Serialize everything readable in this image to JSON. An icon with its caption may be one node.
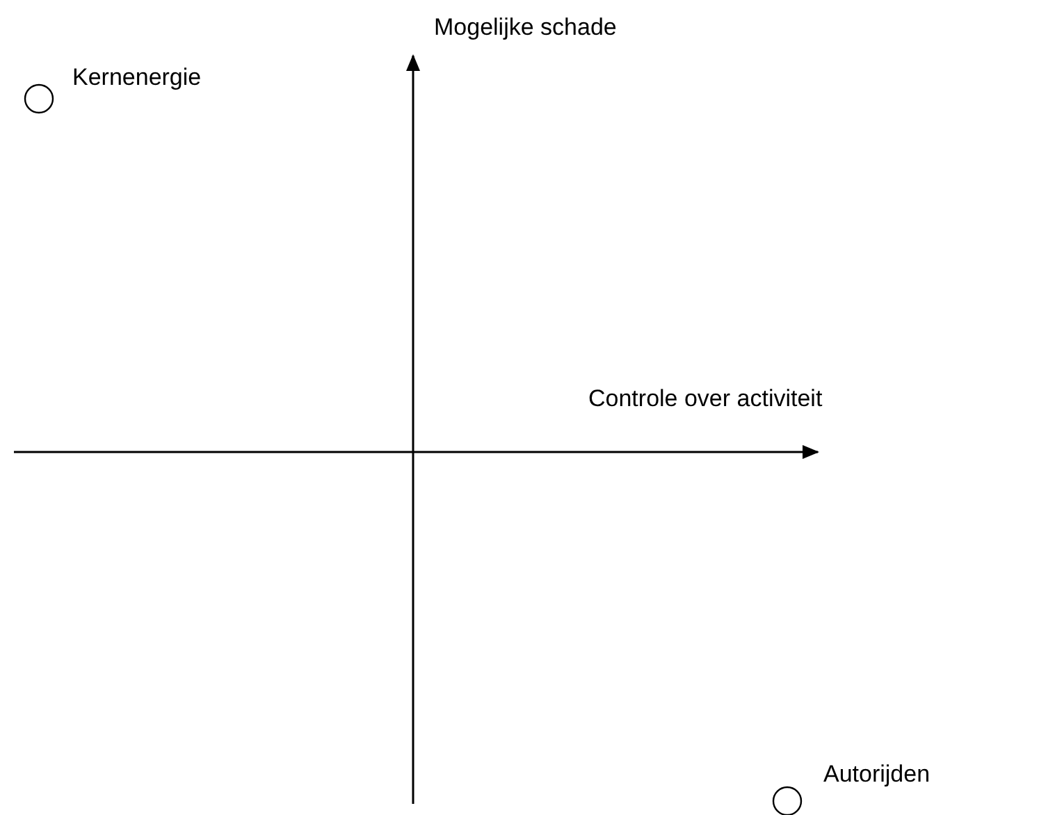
{
  "diagram": {
    "nodes": [
      {
        "text": [],
        "shape": "circle",
        "beside": [
          "Kernenergie"
        ]
      },
      {
        "text": [],
        "shape": "circle",
        "beside": [
          "Autorijden"
        ]
      }
    ],
    "labels": [
      "Mogelijke schade",
      "Controle over activiteit"
    ]
  }
}
